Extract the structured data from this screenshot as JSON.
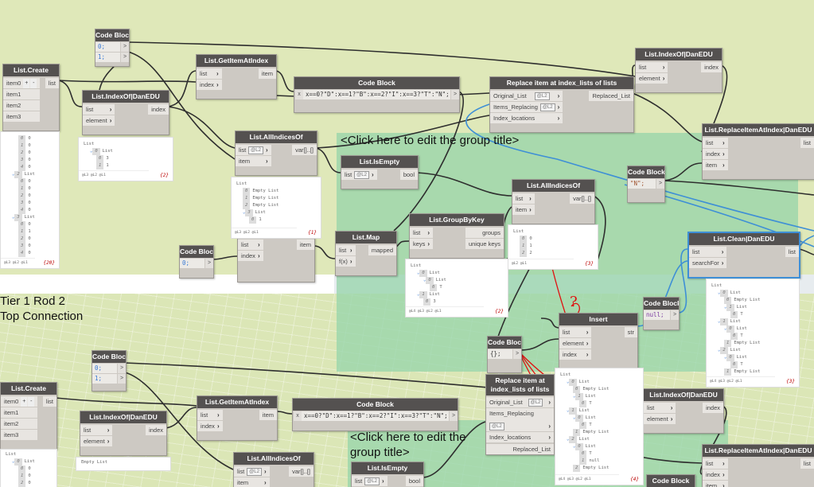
{
  "canvas": {
    "group_title": "<Click here to edit the group title>",
    "note_line1": "Tier 1 Rod 2",
    "note_line2": "Top Connection",
    "colors": {
      "background": "#dfe8b9",
      "group": "#96d4aa",
      "node_header": "#545150",
      "node_body": "#cdc9c3",
      "selection": "#3e8fd6",
      "annotation": "#e01010"
    }
  },
  "nodes": {
    "cb1": {
      "title": "Code Block",
      "code": [
        "0;",
        "1;"
      ]
    },
    "listcreate1": {
      "title": "List.Create",
      "inputs": [
        {
          "label": "item0"
        },
        {
          "label": "item1"
        },
        {
          "label": "item2"
        },
        {
          "label": "item3"
        }
      ],
      "outputs": [
        "list"
      ],
      "add": "+",
      "remove": "-"
    },
    "getitem1": {
      "title": "List.GetItemAtIndex",
      "inputs": [
        {
          "label": "list"
        },
        {
          "label": "index"
        }
      ],
      "outputs": [
        "item"
      ]
    },
    "indexof1": {
      "title": "List.IndexOf|DanEDU",
      "inputs": [
        {
          "label": "list"
        },
        {
          "label": "element"
        }
      ],
      "outputs": [
        "index"
      ]
    },
    "cbexpr1": {
      "title": "Code Block",
      "inputs_x": "x",
      "code": [
        "x==0?\"D\":x==1?\"B\":x==2?\"I\":x==3?\"T\":\"N\";"
      ]
    },
    "replace1": {
      "title": "Replace item at index_lists of lists",
      "inputs": [
        {
          "label": "Original_List",
          "level": "@L2"
        },
        {
          "label": "Items_Replacing",
          "level": "@L2"
        },
        {
          "label": "Index_locations"
        }
      ],
      "outputs": [
        "Replaced_List"
      ]
    },
    "indexof2": {
      "title": "List.IndexOf|DanEDU",
      "inputs": [
        {
          "label": "list"
        },
        {
          "label": "element"
        }
      ],
      "outputs": [
        "index"
      ]
    },
    "replaceat1": {
      "title": "List.ReplaceItemAtIndex|DanEDU",
      "inputs": [
        {
          "label": "list"
        },
        {
          "label": "index"
        },
        {
          "label": "item"
        }
      ],
      "outputs": [
        "list"
      ]
    },
    "allidx1": {
      "title": "List.AllIndicesOf",
      "inputs": [
        {
          "label": "list",
          "level": "@L2"
        },
        {
          "label": "item"
        }
      ],
      "outputs": [
        "var[]..[]"
      ]
    },
    "isempty1": {
      "title": "List.IsEmpty",
      "inputs": [
        {
          "label": "list",
          "level": "@L2"
        }
      ],
      "outputs": [
        "bool"
      ]
    },
    "cbN": {
      "title": "Code Block",
      "code": [
        "\"N\";"
      ]
    },
    "allidx2": {
      "title": "List.AllIndicesOf",
      "inputs": [
        {
          "label": "list"
        },
        {
          "label": "item"
        }
      ],
      "outputs": [
        "var[]..[]"
      ]
    },
    "groupby": {
      "title": "List.GroupByKey",
      "inputs": [
        {
          "label": "list"
        },
        {
          "label": "keys"
        }
      ],
      "outputs": [
        "groups",
        "unique keys"
      ]
    },
    "map": {
      "title": "List.Map",
      "inputs": [
        {
          "label": "list"
        },
        {
          "label": "f(x)"
        }
      ],
      "outputs": [
        "mapped"
      ]
    },
    "getitem3": {
      "title": "",
      "inputs": [
        {
          "label": "list"
        },
        {
          "label": "index"
        }
      ],
      "outputs": [
        "item"
      ]
    },
    "cb0": {
      "title": "Code Block",
      "code": [
        "0;"
      ]
    },
    "listclean": {
      "title": "List.Clean|DanEDU",
      "inputs": [
        {
          "label": "list"
        },
        {
          "label": "searchFor"
        }
      ],
      "outputs": [
        "list"
      ]
    },
    "cbnull": {
      "title": "Code Block",
      "code": [
        "null;"
      ]
    },
    "insert": {
      "title": "Insert",
      "inputs": [
        {
          "label": "list"
        },
        {
          "label": "element"
        },
        {
          "label": "index"
        }
      ],
      "outputs": [
        "str"
      ]
    },
    "cbempty": {
      "title": "Code Block",
      "code": [
        "{};"
      ]
    },
    "cb2": {
      "title": "Code Block",
      "code": [
        "0;",
        "1;"
      ]
    },
    "listcreate2": {
      "title": "List.Create",
      "inputs": [
        {
          "label": "item0"
        },
        {
          "label": "item1"
        },
        {
          "label": "item2"
        },
        {
          "label": "item3"
        }
      ],
      "outputs": [
        "list"
      ],
      "add": "+",
      "remove": "-"
    },
    "getitem2": {
      "title": "List.GetItemAtIndex",
      "inputs": [
        {
          "label": "list"
        },
        {
          "label": "index"
        }
      ],
      "outputs": [
        "item"
      ]
    },
    "indexof3": {
      "title": "List.IndexOf|DanEDU",
      "inputs": [
        {
          "label": "list"
        },
        {
          "label": "element"
        }
      ],
      "outputs": [
        "index"
      ]
    },
    "cbexpr2": {
      "title": "Code Block",
      "inputs_x": "x",
      "code": [
        "x==0?\"D\":x==1?\"B\":x==2?\"I\":x==3?\"T\":\"N\";"
      ]
    },
    "replace2": {
      "title": "Replace item at index_lists of lists",
      "inputs": [
        {
          "label": "Original_List",
          "level": "@L2"
        },
        {
          "label": "Items_Replacing",
          "level": "@L2"
        },
        {
          "label": "Index_locations"
        }
      ],
      "outputs": [
        "Replaced_List"
      ]
    },
    "indexof4": {
      "title": "List.IndexOf|DanEDU",
      "inputs": [
        {
          "label": "list"
        },
        {
          "label": "element"
        }
      ],
      "outputs": [
        "index"
      ]
    },
    "replaceat2": {
      "title": "List.ReplaceItemAtIndex|DanEDU",
      "inputs": [
        {
          "label": "list"
        },
        {
          "label": "index"
        },
        {
          "label": "item"
        }
      ],
      "outputs": [
        "list"
      ]
    },
    "allidx3": {
      "title": "List.AllIndicesOf",
      "inputs": [
        {
          "label": "list",
          "level": "@L2"
        },
        {
          "label": "item"
        }
      ],
      "outputs": [
        "var[]..[]"
      ]
    },
    "isempty2": {
      "title": "List.IsEmpty",
      "inputs": [
        {
          "label": "list",
          "level": "@L2"
        }
      ],
      "outputs": [
        "bool"
      ]
    },
    "cbbottom": {
      "title": "Code Block"
    }
  },
  "previews": {
    "listcreate1": {
      "levels": "@L3 @L2 @L1",
      "count": "{20}",
      "lines": [
        {
          "d": 2,
          "i": "0",
          "t": "0"
        },
        {
          "d": 2,
          "i": "1",
          "t": "0"
        },
        {
          "d": 2,
          "i": "2",
          "t": "0"
        },
        {
          "d": 2,
          "i": "3",
          "t": "0"
        },
        {
          "d": 2,
          "i": "4",
          "t": "0"
        },
        {
          "d": 1,
          "i": "2",
          "t": "List",
          "arrow": true
        },
        {
          "d": 2,
          "i": "0",
          "t": "0"
        },
        {
          "d": 2,
          "i": "1",
          "t": "0"
        },
        {
          "d": 2,
          "i": "2",
          "t": "0"
        },
        {
          "d": 2,
          "i": "3",
          "t": "0"
        },
        {
          "d": 2,
          "i": "4",
          "t": "0"
        },
        {
          "d": 1,
          "i": "3",
          "t": "List",
          "arrow": true
        },
        {
          "d": 2,
          "i": "0",
          "t": "0"
        },
        {
          "d": 2,
          "i": "1",
          "t": "1"
        },
        {
          "d": 2,
          "i": "2",
          "t": "0"
        },
        {
          "d": 2,
          "i": "3",
          "t": "0"
        },
        {
          "d": 2,
          "i": "4",
          "t": "0"
        }
      ]
    },
    "indexof1": {
      "levels": "@L3 @L2 @L1",
      "count": "{2}",
      "lines": [
        {
          "d": 0,
          "t": "List"
        },
        {
          "d": 1,
          "i": "0",
          "t": "List",
          "arrow": true
        },
        {
          "d": 2,
          "i": "0",
          "t": "3"
        },
        {
          "d": 2,
          "i": "1",
          "t": "1"
        }
      ]
    },
    "allidx1": {
      "levels": "@L3 @L2 @L1",
      "count": "{1}",
      "lines": [
        {
          "d": 0,
          "t": "List"
        },
        {
          "d": 1,
          "i": "0",
          "t": "Empty List"
        },
        {
          "d": 1,
          "i": "1",
          "t": "Empty List"
        },
        {
          "d": 1,
          "i": "2",
          "t": "Empty List"
        },
        {
          "d": 1,
          "i": "3",
          "t": "List",
          "arrow": true
        },
        {
          "d": 2,
          "i": "0",
          "t": "1"
        }
      ]
    },
    "groupby": {
      "levels": "@L4 @L3 @L2 @L1",
      "count": "{2}",
      "lines": [
        {
          "d": 0,
          "t": "List"
        },
        {
          "d": 1,
          "i": "0",
          "t": "List",
          "arrow": true
        },
        {
          "d": 2,
          "i": "0",
          "t": "List",
          "arrow": true
        },
        {
          "d": 3,
          "i": "0",
          "t": "T"
        },
        {
          "d": 1,
          "i": "1",
          "t": "List",
          "arrow": true
        },
        {
          "d": 2,
          "i": "0",
          "t": "3"
        }
      ]
    },
    "allidx2": {
      "levels": "@L2 @L1",
      "count": "{3}",
      "lines": [
        {
          "d": 0,
          "t": "List"
        },
        {
          "d": 1,
          "i": "0",
          "t": "0"
        },
        {
          "d": 1,
          "i": "1",
          "t": "1"
        },
        {
          "d": 1,
          "i": "2",
          "t": "2"
        }
      ]
    },
    "listclean": {
      "levels": "@L4 @L3 @L2 @L1",
      "count": "{3}",
      "lines": [
        {
          "d": 0,
          "t": "List"
        },
        {
          "d": 1,
          "i": "0",
          "t": "List",
          "arrow": true
        },
        {
          "d": 2,
          "i": "0",
          "t": "Empty List"
        },
        {
          "d": 2,
          "i": "1",
          "t": "List",
          "arrow": true
        },
        {
          "d": 3,
          "i": "0",
          "t": "T"
        },
        {
          "d": 1,
          "i": "1",
          "t": "List",
          "arrow": true
        },
        {
          "d": 2,
          "i": "0",
          "t": "List",
          "arrow": true
        },
        {
          "d": 3,
          "i": "0",
          "t": "T"
        },
        {
          "d": 2,
          "i": "1",
          "t": "Empty List"
        },
        {
          "d": 1,
          "i": "2",
          "t": "List",
          "arrow": true
        },
        {
          "d": 2,
          "i": "0",
          "t": "List",
          "arrow": true
        },
        {
          "d": 3,
          "i": "0",
          "t": "T"
        },
        {
          "d": 2,
          "i": "1",
          "t": "Empty List"
        }
      ]
    },
    "insert": {
      "levels": "@L4 @L3 @L2 @L1",
      "count": "{4}",
      "lines": [
        {
          "d": 0,
          "t": "List"
        },
        {
          "d": 1,
          "i": "0",
          "t": "List",
          "arrow": true
        },
        {
          "d": 2,
          "i": "0",
          "t": "Empty List"
        },
        {
          "d": 2,
          "i": "1",
          "t": "List",
          "arrow": true
        },
        {
          "d": 3,
          "i": "0",
          "t": "T"
        },
        {
          "d": 1,
          "i": "1",
          "t": "List",
          "arrow": true
        },
        {
          "d": 2,
          "i": "0",
          "t": "List",
          "arrow": true
        },
        {
          "d": 3,
          "i": "0",
          "t": "T"
        },
        {
          "d": 2,
          "i": "1",
          "t": "Empty List"
        },
        {
          "d": 1,
          "i": "2",
          "t": "List",
          "arrow": true
        },
        {
          "d": 2,
          "i": "0",
          "t": "List",
          "arrow": true
        },
        {
          "d": 3,
          "i": "0",
          "t": "T"
        },
        {
          "d": 3,
          "i": "1",
          "t": "null"
        },
        {
          "d": 2,
          "i": "2",
          "t": "Empty List"
        }
      ]
    },
    "indexof3": {
      "lines": [
        {
          "d": 0,
          "t": "Empty List"
        }
      ]
    },
    "listcreate2": {
      "lines": [
        {
          "d": 0,
          "t": "List"
        },
        {
          "d": 1,
          "i": "0",
          "t": "List",
          "arrow": true
        },
        {
          "d": 2,
          "i": "0",
          "t": "0"
        },
        {
          "d": 2,
          "i": "1",
          "t": "0"
        },
        {
          "d": 2,
          "i": "2",
          "t": "0"
        }
      ]
    }
  },
  "annotations": {
    "question_mark": "?"
  }
}
